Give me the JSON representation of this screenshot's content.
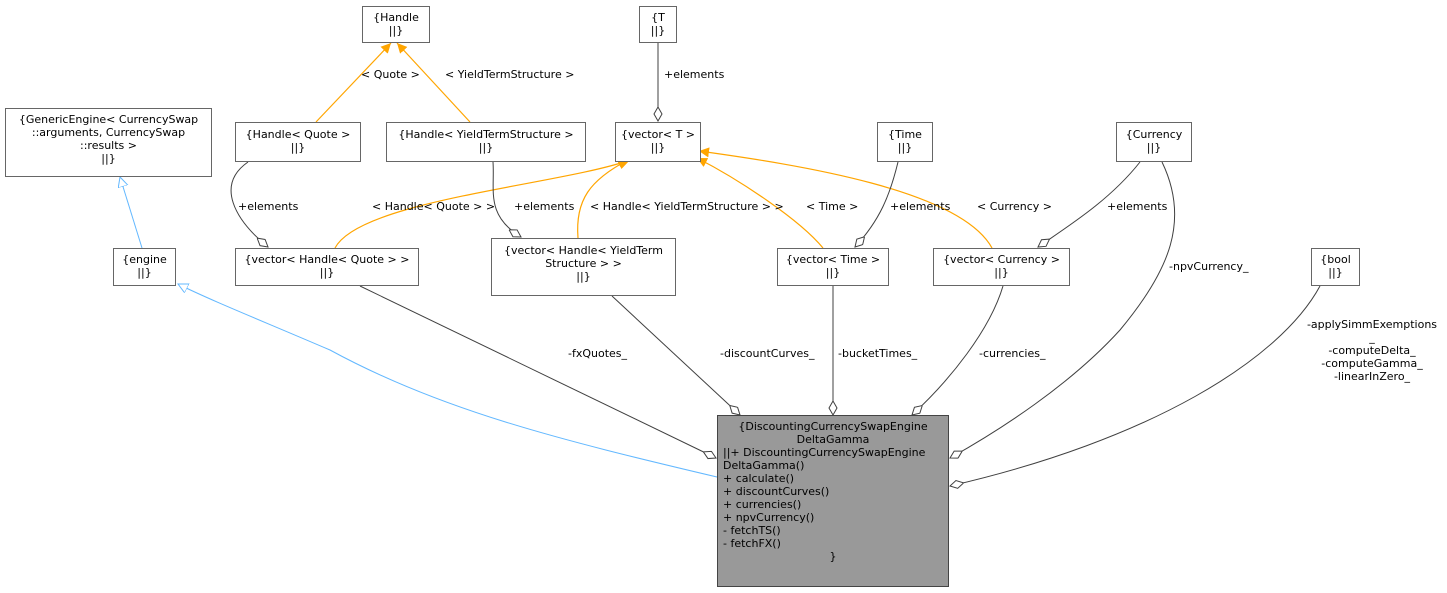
{
  "nodes": {
    "handle": [
      "{Handle",
      "||}"
    ],
    "t": [
      "{T",
      "||}"
    ],
    "generic_engine": [
      "{GenericEngine< CurrencySwap",
      "::arguments, CurrencySwap",
      "::results >",
      "||}"
    ],
    "handle_quote": [
      "{Handle< Quote >",
      "||}"
    ],
    "handle_yts": [
      "{Handle< YieldTermStructure >",
      "||}"
    ],
    "vector_t": [
      "{vector< T >",
      "||}"
    ],
    "time": [
      "{Time",
      "||}"
    ],
    "currency": [
      "{Currency",
      "||}"
    ],
    "engine": [
      "{engine",
      "||}"
    ],
    "vector_handle_quote": [
      "{vector< Handle< Quote > >",
      "||}"
    ],
    "vector_handle_yts": [
      "{vector< Handle< YieldTerm",
      "Structure > >",
      "||}"
    ],
    "vector_time": [
      "{vector< Time >",
      "||}"
    ],
    "vector_currency": [
      "{vector< Currency >",
      "||}"
    ],
    "bool": [
      "{bool",
      "||}"
    ],
    "main": [
      "{DiscountingCurrencySwapEngine",
      "DeltaGamma",
      "||+ DiscountingCurrencySwapEngine",
      "DeltaGamma()",
      "+ calculate()",
      "+ discountCurves()",
      "+ currencies()",
      "+ npvCurrency()",
      "- fetchTS()",
      "- fetchFX()",
      "}"
    ]
  },
  "labels": {
    "quote_tmpl": "< Quote >",
    "yts_tmpl": "< YieldTermStructure >",
    "t_elements": "+elements",
    "hq_elements": "+elements",
    "hyts_elements": "+elements",
    "time_elements": "+elements",
    "currency_elements": "+elements",
    "handle_quote_tmpl": "< Handle< Quote > >",
    "handle_yts_tmpl": "< Handle< YieldTermStructure > >",
    "time_tmpl": "< Time >",
    "currency_tmpl": "< Currency >",
    "npv_currency": "-npvCurrency_",
    "fx_quotes": "-fxQuotes_",
    "discount_curves": "-discountCurves_",
    "bucket_times": "-bucketTimes_",
    "currencies": "-currencies_",
    "bool_members": [
      "-applySimmExemptions",
      "_",
      "-computeDelta_",
      "-computeGamma_",
      "-linearInZero_"
    ]
  },
  "colors": {
    "composition_edge": "#404040",
    "template_edge": "#ffa500",
    "inheritance_edge": "#63b8ff",
    "main_fill": "#999999",
    "node_border": "#666666"
  }
}
